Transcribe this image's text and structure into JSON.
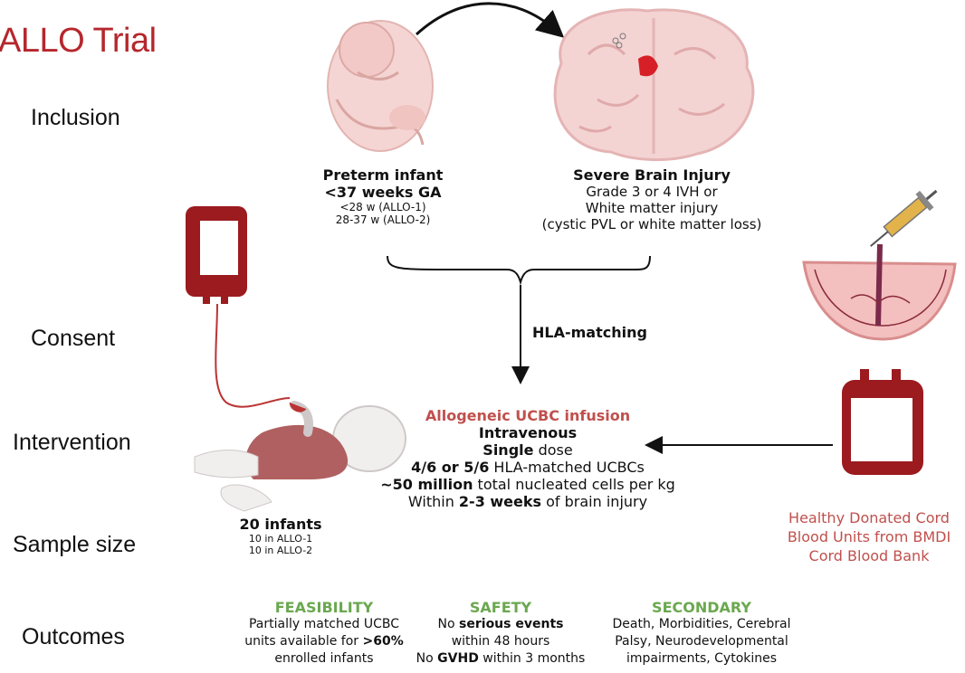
{
  "title": "ALLO Trial",
  "rows": {
    "inclusion": "Inclusion",
    "consent": "Consent",
    "intervention": "Intervention",
    "sample_size": "Sample size",
    "outcomes": "Outcomes"
  },
  "preterm": {
    "title": "Preterm infant",
    "ga": "<37 weeks GA",
    "allo1": "<28 w (ALLO-1)",
    "allo2": "28-37 w (ALLO-2)"
  },
  "brain": {
    "title": "Severe Brain Injury",
    "l1": "Grade 3 or 4 IVH or",
    "l2": "White matter injury",
    "l3": "(cystic PVL or white matter loss)"
  },
  "hla_matching": "HLA-matching",
  "infusion": {
    "title": "Allogeneic UCBC infusion",
    "route": "Intravenous",
    "dose_bold": "Single",
    "dose_rest": " dose",
    "match_bold": "4/6 or 5/6",
    "match_rest": " HLA-matched UCBCs",
    "cells_bold": "~50 million",
    "cells_rest": " total nucleated cells per kg",
    "time_pre": "Within ",
    "time_bold": "2-3 weeks",
    "time_post": " of brain injury"
  },
  "sample": {
    "count": "20 infants",
    "allo1": "10 in ALLO-1",
    "allo2": "10 in ALLO-2"
  },
  "donor": {
    "l1": "Healthy Donated Cord",
    "l2": "Blood Units from BMDI",
    "l3": "Cord Blood Bank"
  },
  "outcomes": {
    "feasibility": {
      "heading": "FEASIBILITY",
      "l1": "Partially matched UCBC",
      "l2_pre": "units available for ",
      "l2_bold": ">60%",
      "l3": "enrolled infants"
    },
    "safety": {
      "heading": "SAFETY",
      "l1_pre": "No ",
      "l1_bold": "serious events",
      "l2": "within 48 hours",
      "l3_pre": "No ",
      "l3_bold": "GVHD",
      "l3_post": " within 3 months"
    },
    "secondary": {
      "heading": "SECONDARY",
      "l1": "Death, Morbidities, Cerebral",
      "l2": "Palsy, Neurodevelopmental",
      "l3": "impairments, Cytokines"
    }
  },
  "colors": {
    "title_red": "#b5272d",
    "outcome_green": "#6aa84f",
    "accent_red": "#c0504d",
    "skin": "#f3cfcf",
    "blood": "#9b1b1f"
  },
  "icons": [
    "fetus-icon",
    "brain-icon",
    "blood-bag-icon",
    "placenta-icon",
    "syringe-icon",
    "infant-icon",
    "arrow-icon"
  ]
}
